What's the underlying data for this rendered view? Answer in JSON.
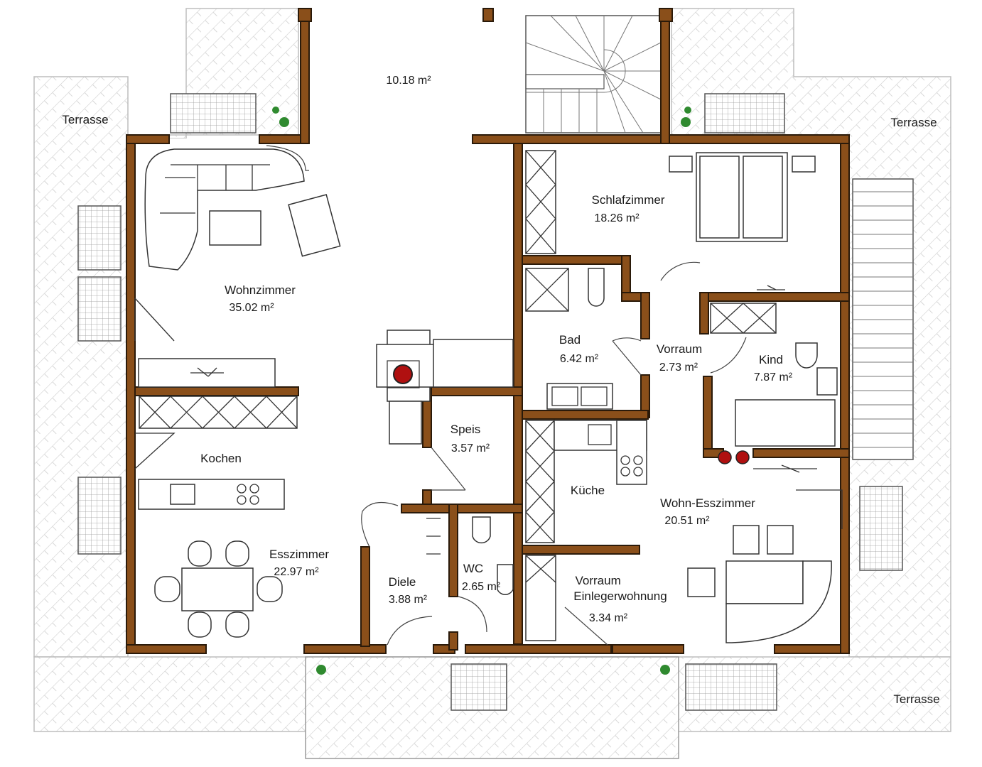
{
  "rooms": [
    {
      "id": "balkon",
      "name": "",
      "area": "10.18 m²"
    },
    {
      "id": "wohnzimmer",
      "name": "Wohnzimmer",
      "area": "35.02 m²"
    },
    {
      "id": "schlafzimmer",
      "name": "Schlafzimmer",
      "area": "18.26 m²"
    },
    {
      "id": "bad",
      "name": "Bad",
      "area": "6.42 m²"
    },
    {
      "id": "vorraum",
      "name": "Vorraum",
      "area": "2.73 m²"
    },
    {
      "id": "kind",
      "name": "Kind",
      "area": "7.87 m²"
    },
    {
      "id": "speis",
      "name": "Speis",
      "area": "3.57 m²"
    },
    {
      "id": "kochen",
      "name": "Kochen",
      "area": ""
    },
    {
      "id": "kueche",
      "name": "Küche",
      "area": ""
    },
    {
      "id": "wohn-esszimmer",
      "name": "Wohn-Esszimmer",
      "area": "20.51 m²"
    },
    {
      "id": "esszimmer",
      "name": "Esszimmer",
      "area": "22.97 m²"
    },
    {
      "id": "diele",
      "name": "Diele",
      "area": "3.88 m²"
    },
    {
      "id": "wc",
      "name": "WC",
      "area": "2.65 m²"
    },
    {
      "id": "vorraum-einlieger",
      "name": "Vorraum\nEinlegerwohnung",
      "area": "3.34 m²"
    }
  ],
  "terraces": [
    "Terrasse",
    "Terrasse",
    "Terrasse"
  ],
  "colors": {
    "wall": "#8a4f1a",
    "wall_outline": "#2a1a0a",
    "terrace_hatch": "#cfcfcf",
    "stove": "#b01010",
    "plant": "#2f8a2f"
  }
}
